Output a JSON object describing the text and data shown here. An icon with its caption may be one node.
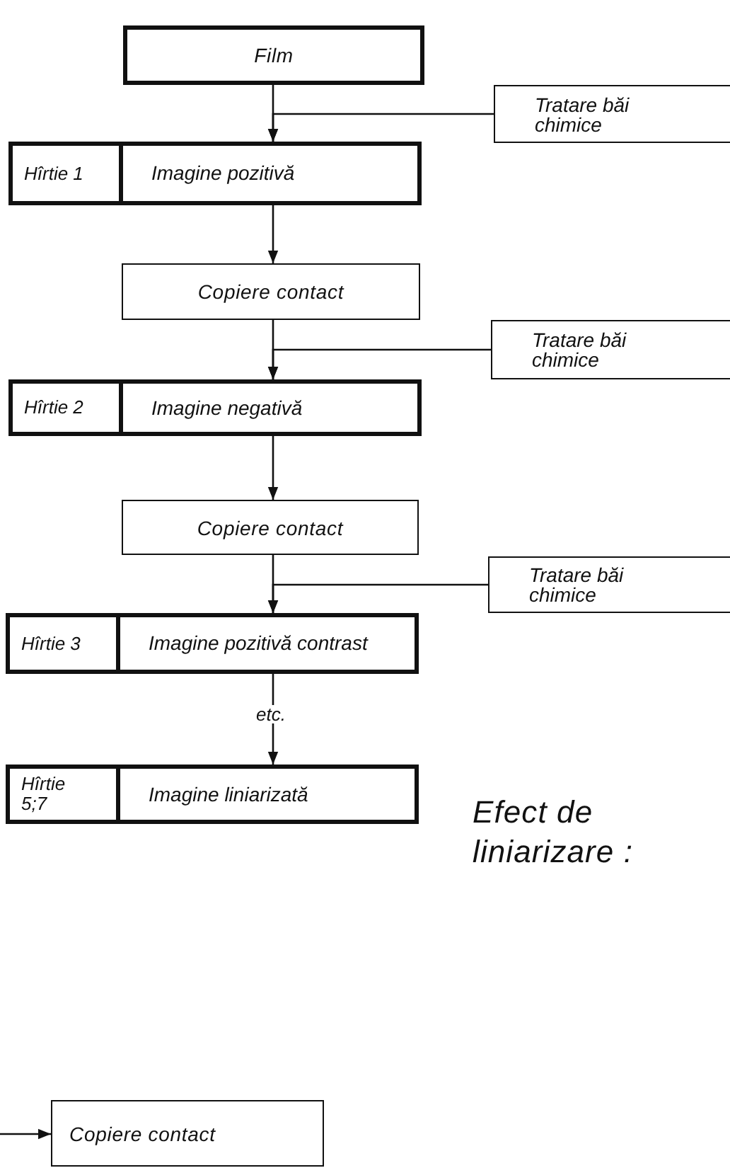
{
  "diagram": {
    "nodes": [
      {
        "text": [
          "Film"
        ]
      },
      {
        "text": [
          "Tratare băi chimice"
        ]
      },
      {
        "text": [
          "Hîrtie 1",
          "Imagine pozitivă"
        ]
      },
      {
        "text": [
          "Copiere contact"
        ]
      },
      {
        "text": [
          "Tratare băi chimice"
        ]
      },
      {
        "text": [
          "Hîrtie 2",
          "Imagine negativă"
        ]
      },
      {
        "text": [
          "Copiere contact"
        ]
      },
      {
        "text": [
          "Tratare băi chimice"
        ]
      },
      {
        "text": [
          "Hîrtie 3",
          "Imagine pozitivă contrast"
        ]
      },
      {
        "text": [
          "Hîrtie 5;7",
          "Imagine liniarizată"
        ]
      },
      {
        "text": [
          "Copiere contact"
        ]
      }
    ],
    "edges": [
      {
        "from": 0,
        "to": 2,
        "arrow": "to"
      },
      {
        "from": 1,
        "to": 2,
        "arrow": "to"
      },
      {
        "from": 2,
        "to": 3,
        "arrow": "to"
      },
      {
        "from": 3,
        "to": 5,
        "arrow": "to"
      },
      {
        "from": 4,
        "to": 5,
        "arrow": "to"
      },
      {
        "from": 5,
        "to": 6,
        "arrow": "to"
      },
      {
        "from": 6,
        "to": 8,
        "arrow": "to"
      },
      {
        "from": 7,
        "to": 8,
        "arrow": "to"
      },
      {
        "from": 8,
        "to": 9,
        "arrow": "to",
        "label": "etc."
      },
      {
        "from": null,
        "to": 10,
        "arrow": "to"
      }
    ],
    "labels": [
      "Efect de liniarizare :"
    ]
  }
}
